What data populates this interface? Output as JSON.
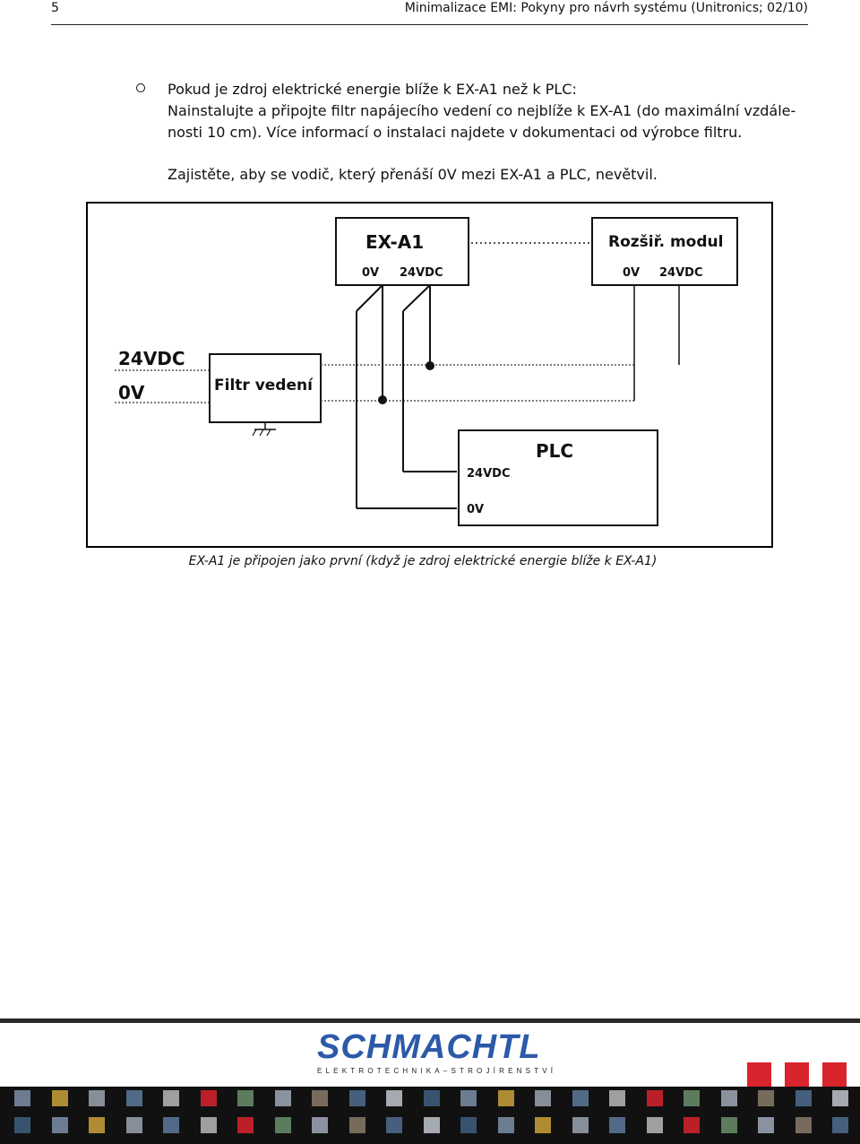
{
  "header": {
    "page_number": "5",
    "title": "Minimalizace EMI: Pokyny pro návrh systému (Unitronics; 02/10)"
  },
  "body": {
    "bullet_heading": "Pokud je zdroj elektrické energie blíže k EX-A1 než k PLC:",
    "bullet_text": "Nainstalujte a připojte filtr napájecího vedení co nejblíže k EX-A1 (do maximální vzdále-nosti 10 cm). Více informací o instalaci najdete v dokumentaci od výrobce filtru.",
    "bullet_line2": "Nainstalujte a připojte filtr napájecího vedení co nejblíže k EX-A1 (do maximální vzdále-",
    "bullet_line3": "nosti 10 cm). Více informací o instalaci najdete v dokumentaci od výrobce filtru.",
    "paragraph2": "Zajistěte, aby se vodič, který přenáší 0V mezi EX-A1 a PLC, nevětvil."
  },
  "diagram": {
    "exa1_title": "EX-A1",
    "exa1_0v": "0V",
    "exa1_24vdc": "24VDC",
    "module_title": "Rozšiř. modul",
    "module_0v": "0V",
    "module_24vdc": "24VDC",
    "supply_24vdc": "24VDC",
    "supply_0v": "0V",
    "filter_label": "Filtr vedení",
    "plc_title": "PLC",
    "plc_24vdc": "24VDC",
    "plc_0v": "0V"
  },
  "caption": "EX-A1 je připojen jako první (když je zdroj elektrické energie blíže k EX-A1)",
  "footer": {
    "logo_text": "SCHMACHTL",
    "logo_subtitle": "ELEKTROTECHNIKA–STROJÍRENSTVÍ",
    "logo_color": "#2c5aa8",
    "accent_color": "#d9232d"
  }
}
